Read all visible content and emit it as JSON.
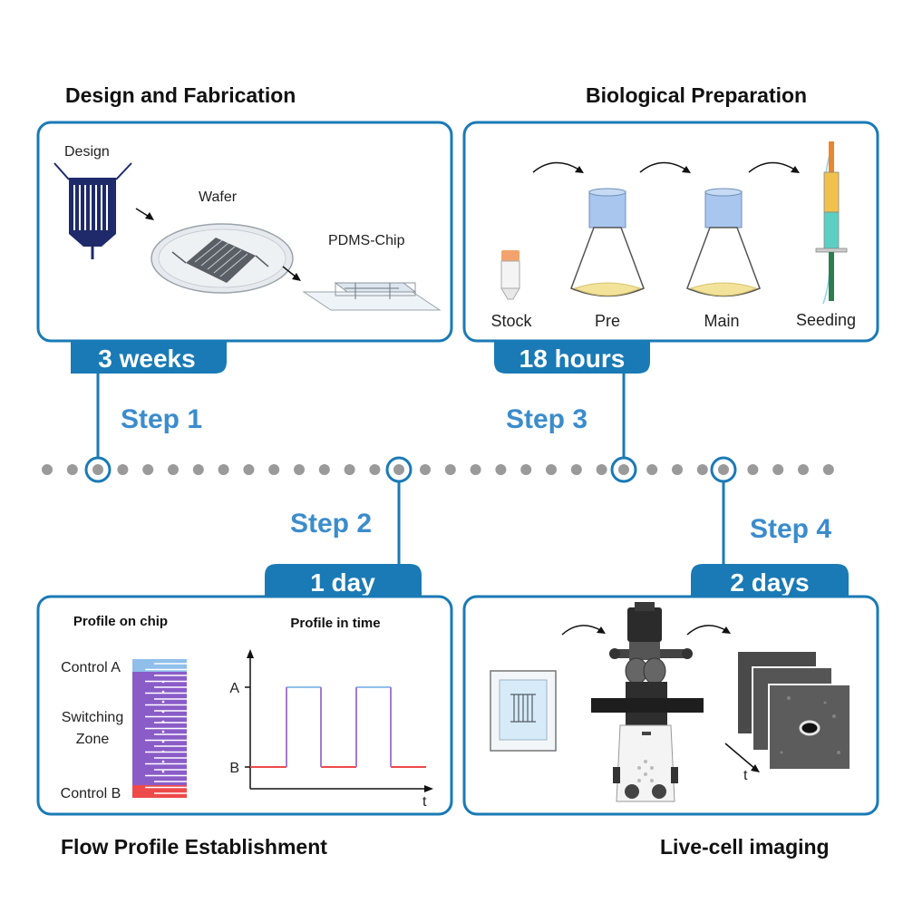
{
  "panels": {
    "design": {
      "title": "Design and Fabrication",
      "duration": "3 weeks",
      "step": "Step 1",
      "labels": {
        "design": "Design",
        "wafer": "Wafer",
        "chip": "PDMS-Chip"
      }
    },
    "bio": {
      "title": "Biological Preparation",
      "duration": "18 hours",
      "step": "Step 3",
      "labels": {
        "stock": "Stock",
        "pre": "Pre",
        "main": "Main",
        "seeding": "Seeding"
      }
    },
    "flow": {
      "title": "Flow Profile Establishment",
      "duration": "1 day",
      "step": "Step 2",
      "labels": {
        "profile_chip": "Profile on chip",
        "profile_time": "Profile in time",
        "control_a": "Control A",
        "switching": "Switching",
        "zone": "Zone",
        "control_b": "Control B",
        "axis_a": "A",
        "axis_b": "B",
        "axis_t": "t"
      }
    },
    "imaging": {
      "title": "Live-cell imaging",
      "duration": "2 days",
      "step": "Step 4",
      "labels": {
        "t": "t"
      }
    }
  },
  "colors": {
    "accent": "#1a7ab5",
    "step_text": "#3b8ccc",
    "timeline_dot": "#9a9a9a",
    "control_a": "#8fbfea",
    "switching": "#8a5cc8",
    "control_b": "#ee4a4a",
    "chip_navy": "#1f2a6b",
    "flask_blue": "#a9c6ee",
    "medium_yellow": "#f3e39a"
  }
}
